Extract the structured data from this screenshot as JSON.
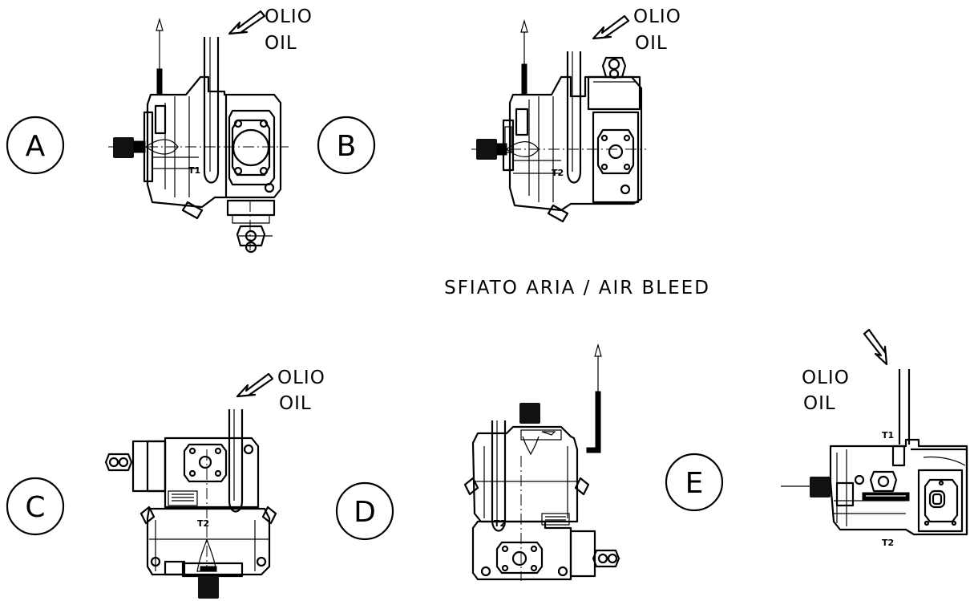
{
  "title": "SFIATO ARIA / AIR BLEED",
  "views": [
    {
      "id": "A",
      "label": "A",
      "oil_it": "OLIO",
      "oil_en": "OIL",
      "port": "T1"
    },
    {
      "id": "B",
      "label": "B",
      "oil_it": "OLIO",
      "oil_en": "OIL",
      "port": "T2"
    },
    {
      "id": "C",
      "label": "C",
      "oil_it": "OLIO",
      "oil_en": "OIL",
      "port": "T2"
    },
    {
      "id": "D",
      "label": "D",
      "port": "T2"
    },
    {
      "id": "E",
      "label": "E",
      "oil_it": "OLIO",
      "oil_en": "OIL",
      "port_top": "T1",
      "port_bottom": "T2"
    }
  ],
  "colors": {
    "line": "#000000",
    "background": "#ffffff"
  }
}
